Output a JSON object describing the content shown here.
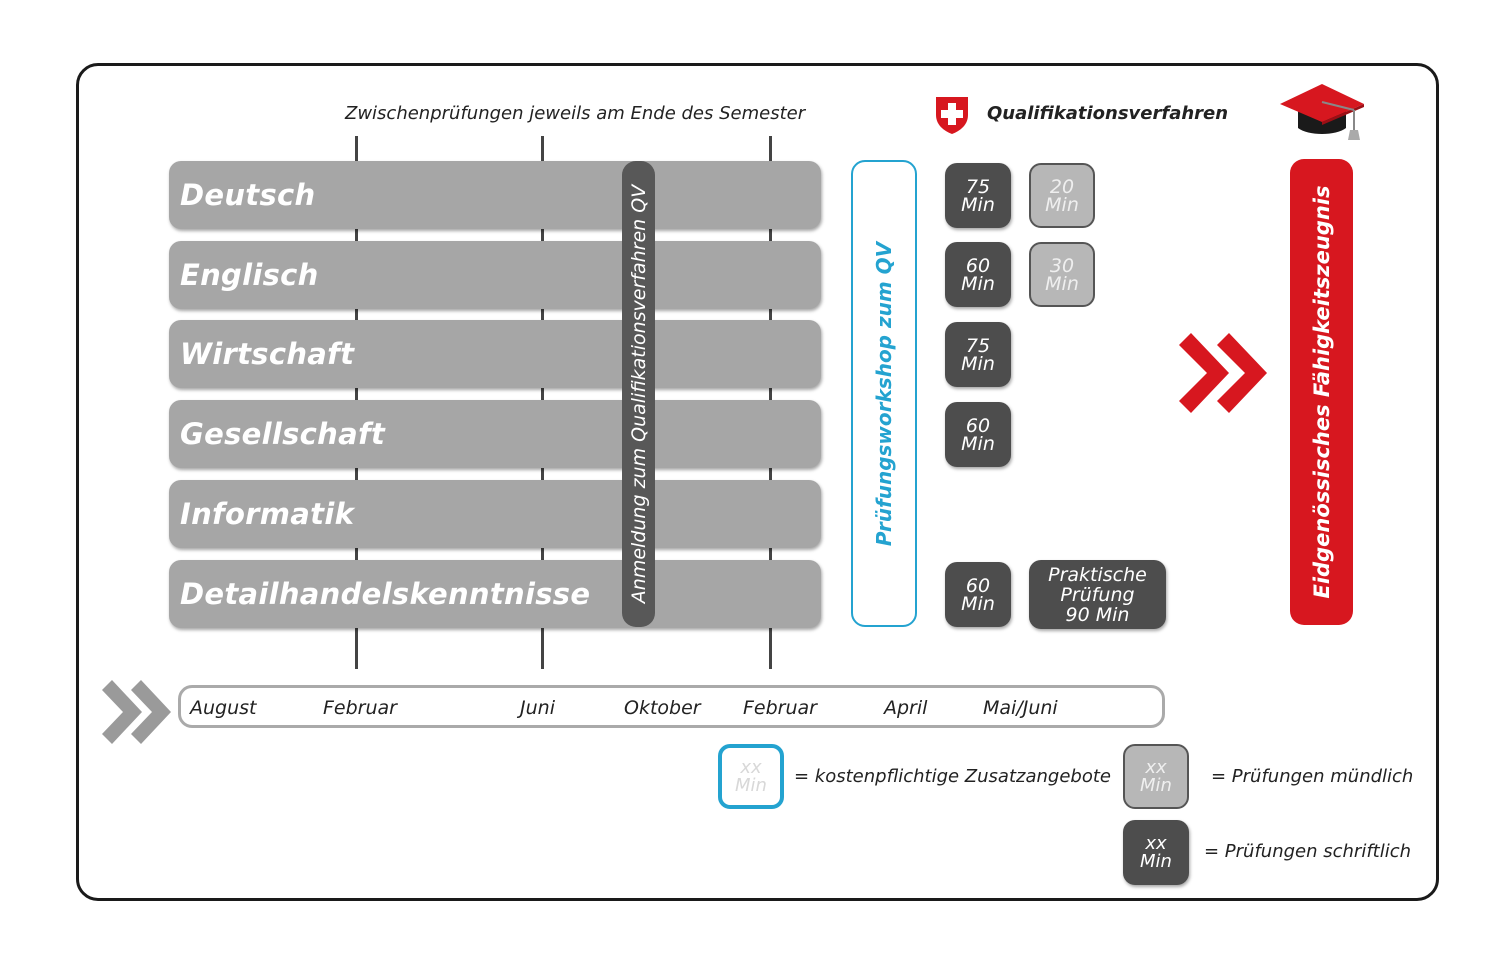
{
  "header": {
    "intermediate_exams": "Zwischenprüfungen jeweils am Ende des Semester",
    "qv_title": "Qualifikationsverfahren"
  },
  "subjects": [
    {
      "label": "Deutsch"
    },
    {
      "label": "Englisch"
    },
    {
      "label": "Wirtschaft"
    },
    {
      "label": "Gesellschaft"
    },
    {
      "label": "Informatik"
    },
    {
      "label": "Detailhandelskenntnisse"
    }
  ],
  "registration_label": "Anmeldung zum Qualifikationsverfahren QV",
  "workshop_label": "Prüfungsworkshop zum QV",
  "exams": {
    "deutsch_written": {
      "line1": "75",
      "line2": "Min"
    },
    "deutsch_oral": {
      "line1": "20",
      "line2": "Min"
    },
    "englisch_written": {
      "line1": "60",
      "line2": "Min"
    },
    "englisch_oral": {
      "line1": "30",
      "line2": "Min"
    },
    "wirtschaft_written": {
      "line1": "75",
      "line2": "Min"
    },
    "gesellschaft_written": {
      "line1": "60",
      "line2": "Min"
    },
    "detailhandel_written": {
      "line1": "60",
      "line2": "Min"
    },
    "detailhandel_practical": {
      "line1": "Praktische",
      "line2": "Prüfung",
      "line3": "90 Min"
    }
  },
  "certificate_label": "Eidgenössisches Fähigkeitszeugnis",
  "timeline": {
    "months": [
      "August",
      "Februar",
      "Juni",
      "Oktober",
      "Februar",
      "April",
      "Mai/Juni"
    ]
  },
  "legend": {
    "paid_box": {
      "line1": "xx",
      "line2": "Min"
    },
    "paid_text": "= kostenpflichtige Zusatzangebote",
    "oral_box": {
      "line1": "xx",
      "line2": "Min"
    },
    "oral_text": "= Prüfungen mündlich",
    "written_box": {
      "line1": "xx",
      "line2": "Min"
    },
    "written_text": "= Prüfungen schriftlich"
  },
  "colors": {
    "bar_gray": "#a6a6a6",
    "written_dark": "#4d4d4d",
    "oral_light": "#b7b7b7",
    "accent_blue": "#24a3d0",
    "swiss_red": "#d7171f"
  },
  "icons": [
    "swiss-shield-icon",
    "graduation-cap-icon",
    "double-chevron-right-icon"
  ]
}
